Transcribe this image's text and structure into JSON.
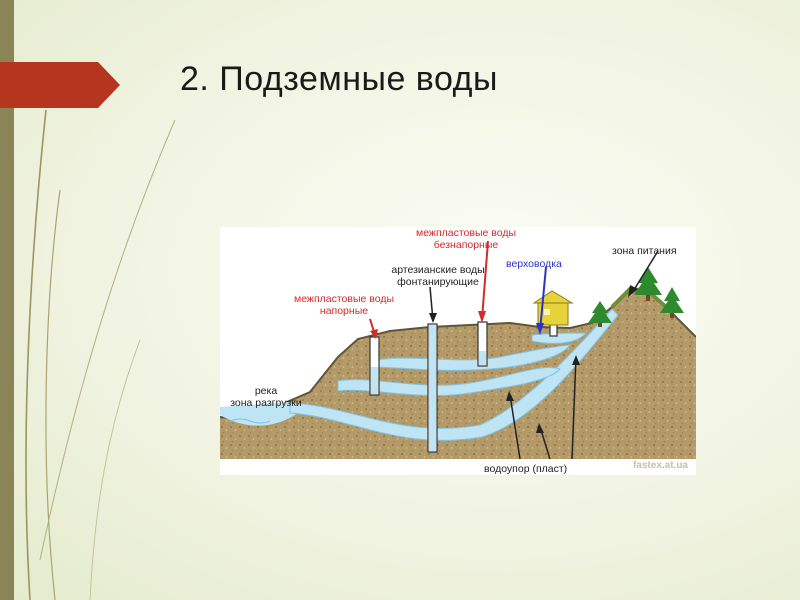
{
  "slide": {
    "title": "2. Подземные воды"
  },
  "diagram": {
    "labels": {
      "interstrat_free_1": "межпластовые воды",
      "interstrat_free_2": "безнапорные",
      "zone_feeding": "зона питания",
      "artesian_1": "артезианские воды",
      "artesian_2": "фонтанирующие",
      "perched": "верховодка",
      "interstrat_pressure_1": "межпластовые воды",
      "interstrat_pressure_2": "напорные",
      "river": "река",
      "discharge_zone": "зона разгрузки",
      "aquiclude": "водоупор (пласт)",
      "watermark": "fastex.at.ua"
    },
    "colors": {
      "soil": "#b49a68",
      "water": "#bfe4f4",
      "water_line": "#7fc3e6",
      "grass": "#7a9a3a",
      "red_arrow": "#d42a2a",
      "blue_arrow": "#2a33c8",
      "house": "#e8d23a"
    }
  },
  "icons": {
    "title_marker": "red-arrow-banner-icon",
    "tree": "fir-tree-icon",
    "house": "house-icon"
  }
}
